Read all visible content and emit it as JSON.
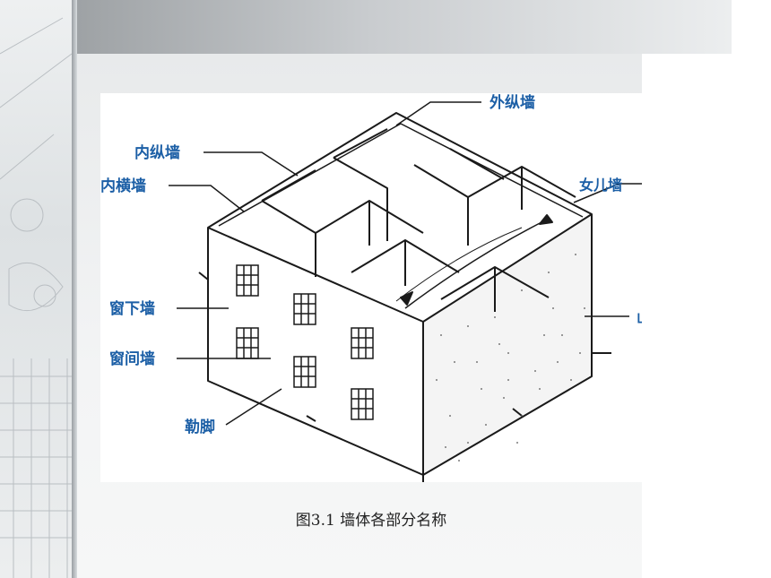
{
  "labels": {
    "outer_longitudinal_wall": "外纵墙",
    "inner_longitudinal_wall": "内纵墙",
    "inner_transverse_wall": "内横墙",
    "parapet_wall": "女儿墙",
    "under_window_wall": "窗下墙",
    "gable_wall": "山墙",
    "between_window_wall": "窗间墙",
    "plinth": "勒脚"
  },
  "caption": "图3.1 墙体各部分名称",
  "colors": {
    "label": "#1c5fa6",
    "line": "#1a1a1a"
  }
}
